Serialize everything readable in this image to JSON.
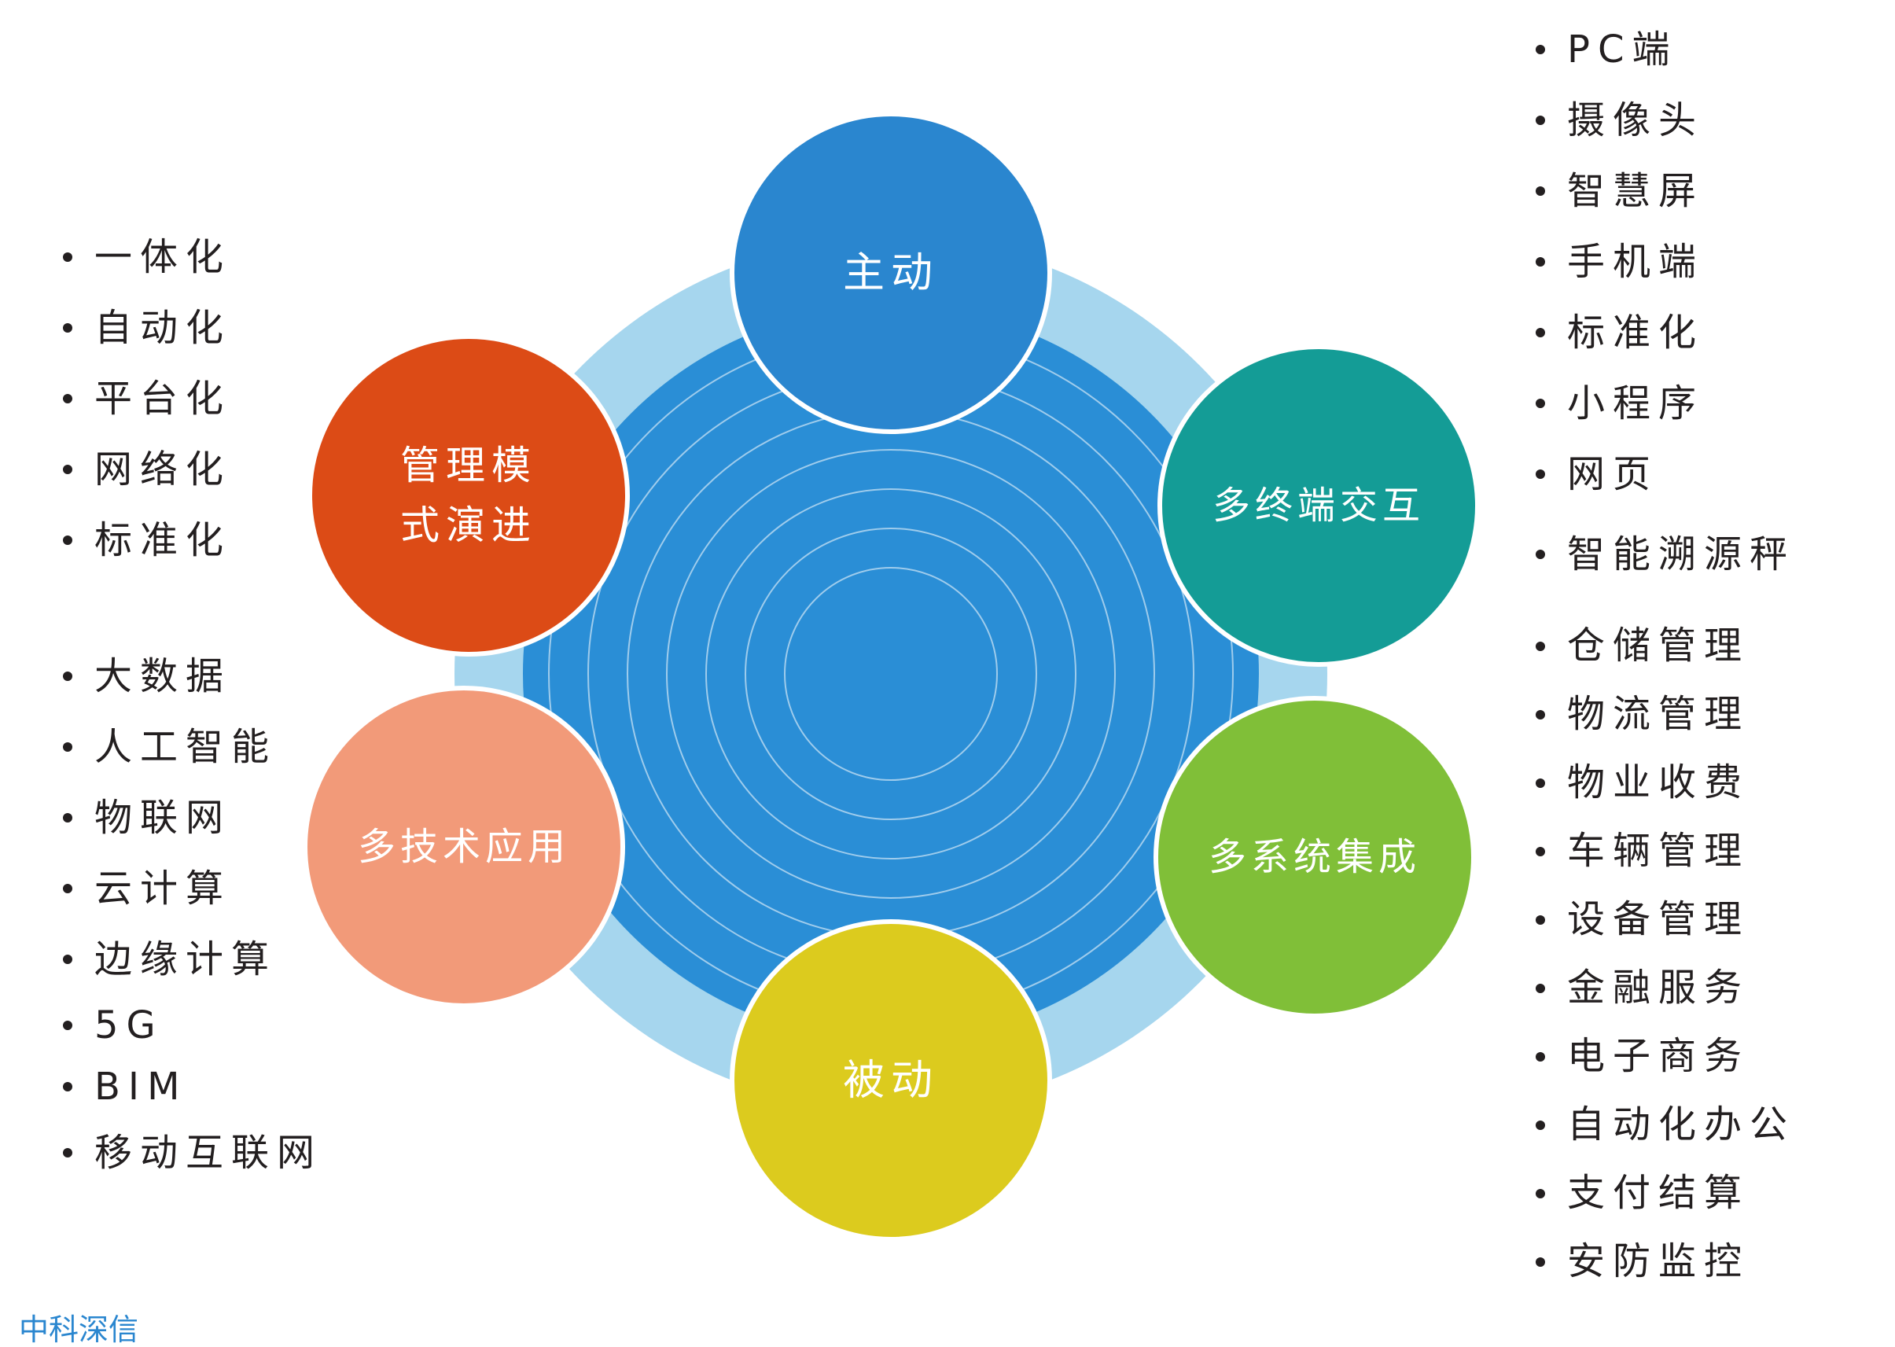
{
  "colors": {
    "outer_ring": "#a6d6ee",
    "inner_disc": "#2a8ed6",
    "concentric_lines": "#ffffff",
    "node_active": "#2a86cf",
    "node_multi_terminal": "#149c96",
    "node_multi_system": "#80bf38",
    "node_passive": "#dccb1e",
    "node_multi_tech": "#f29a79",
    "node_management": "#dc4b16",
    "text": "#231f20",
    "watermark": "#2a86cf"
  },
  "nodes": [
    {
      "id": "active",
      "label": "主动",
      "lines": [
        "主动"
      ],
      "color_key": "node_active"
    },
    {
      "id": "multi_terminal",
      "label": "多终端交互",
      "lines": [
        "多终端交互"
      ],
      "color_key": "node_multi_terminal"
    },
    {
      "id": "multi_system",
      "label": "多系统集成",
      "lines": [
        "多系统集成"
      ],
      "color_key": "node_multi_system"
    },
    {
      "id": "passive",
      "label": "被动",
      "lines": [
        "被动"
      ],
      "color_key": "node_passive"
    },
    {
      "id": "multi_tech",
      "label": "多技术应用",
      "lines": [
        "多技术应用"
      ],
      "color_key": "node_multi_tech"
    },
    {
      "id": "management",
      "label": "管理模式演进",
      "lines": [
        "管理模",
        "式演进"
      ],
      "color_key": "node_management"
    }
  ],
  "lists": {
    "top_right": [
      "PC端",
      "摄像头",
      "智慧屏",
      "手机端",
      "标准化",
      "小程序",
      "网页",
      "智能溯源秤"
    ],
    "bottom_right": [
      "仓储管理",
      "物流管理",
      "物业收费",
      "车辆管理",
      "设备管理",
      "金融服务",
      "电子商务",
      "自动化办公",
      "支付结算",
      "安防监控"
    ],
    "top_left": [
      "一体化",
      "自动化",
      "平台化",
      "网络化",
      "标准化"
    ],
    "bottom_left": [
      "大数据",
      "人工智能",
      "物联网",
      "云计算",
      "边缘计算",
      "5G",
      "BIM",
      "移动互联网"
    ]
  },
  "watermark": "中科深信"
}
